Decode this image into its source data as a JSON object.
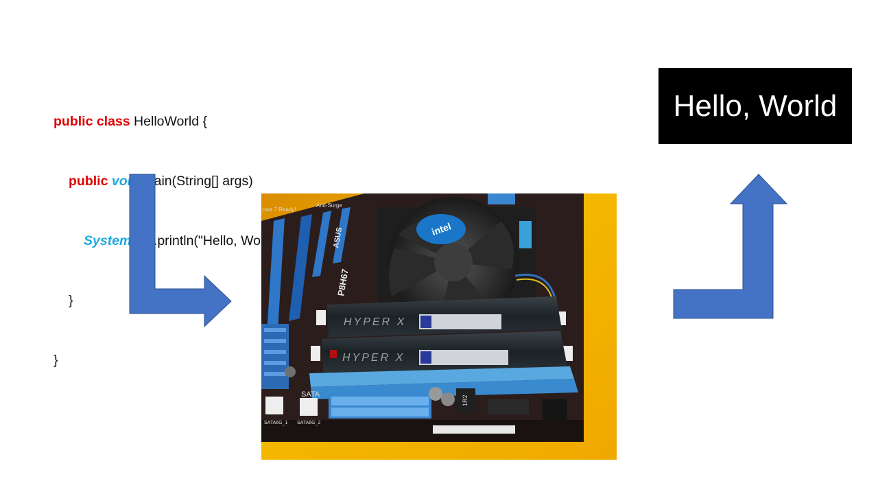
{
  "code": {
    "line1": {
      "kw": "public class",
      "rest": " HelloWorld {"
    },
    "line2": {
      "kw1": "public",
      "kw2": "void",
      "rest": " main(String[] args)"
    },
    "line3": {
      "kw": "System",
      "rest": ".out.println(\"Hello, World\");"
    },
    "line4": "}",
    "line5": "}"
  },
  "output": {
    "text": "Hello, World"
  },
  "photo": {
    "brand_label": "ASUS",
    "model_label": "P8H67",
    "cooler_label": "intel",
    "ram_label": "HYPER X",
    "sata_label": "SATA",
    "sata_port_1": "SATA6G_1",
    "sata_port_2": "SATA6G_2",
    "header_label_1": "Anti-Surge",
    "header_label_2": "ows 7 Ready!",
    "inductor_label": "1R2"
  },
  "colors": {
    "arrow": "#4472c4",
    "keyword_red": "#e00000",
    "keyword_blue": "#20a8e0",
    "output_bg": "#000000",
    "output_text": "#ffffff",
    "photo_bg": "#f2b400"
  },
  "icons": {
    "arrow_down_right": "bent-arrow-down-right-icon",
    "arrow_right_up": "bent-arrow-right-up-icon"
  }
}
